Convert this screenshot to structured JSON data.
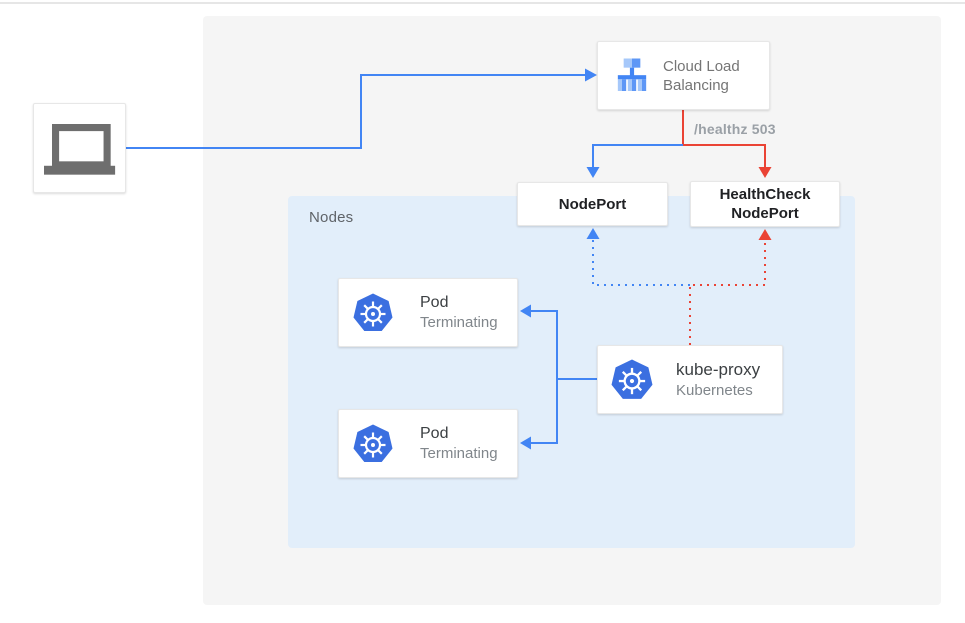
{
  "colors": {
    "blue": "#4285f4",
    "red": "#ea4335",
    "panel_bg": "#f5f5f5",
    "nodes_bg": "#e2eefa",
    "rule": "#e6e6e6",
    "border": "#e7e7e7",
    "k8s_blue": "#3b6fe0",
    "lb_icon_light": "#a6c8fa",
    "lb_icon_mid": "#5e97f6",
    "laptop_gray": "#6e6e6e",
    "text_black": "#202124",
    "text_dark": "#3c4043",
    "text_gray": "#757575",
    "text_sub": "#80868b",
    "text_subtle": "#9aa0a6",
    "text_nodes": "#5f6368"
  },
  "icons": {
    "client": "laptop-icon",
    "load_balancer": "cloud-load-balancing-icon",
    "kubernetes": "kubernetes-helm-icon"
  },
  "nodes": {
    "label": "Nodes"
  },
  "cloud_load_balancing": {
    "title": "Cloud Load Balancing"
  },
  "nodeport": {
    "label": "NodePort"
  },
  "healthcheck_nodeport": {
    "line1": "HealthCheck",
    "line2": "NodePort"
  },
  "pods": [
    {
      "title": "Pod",
      "status": "Terminating"
    },
    {
      "title": "Pod",
      "status": "Terminating"
    }
  ],
  "kube_proxy": {
    "title": "kube-proxy",
    "subtitle": "Kubernetes"
  },
  "edges": [
    {
      "from": "client-device",
      "to": "cloud-load-balancing",
      "style": "solid",
      "color": "blue"
    },
    {
      "from": "cloud-load-balancing",
      "to": "nodeport",
      "style": "solid",
      "color": "blue"
    },
    {
      "from": "cloud-load-balancing",
      "to": "healthcheck-nodeport",
      "style": "solid",
      "color": "red",
      "label": "/healthz 503"
    },
    {
      "from": "kube-proxy",
      "to": "nodeport",
      "style": "dotted",
      "color": "blue"
    },
    {
      "from": "kube-proxy",
      "to": "healthcheck-nodeport",
      "style": "dotted",
      "color": "red"
    },
    {
      "from": "kube-proxy",
      "to": "pod-1",
      "style": "solid",
      "color": "blue"
    },
    {
      "from": "kube-proxy",
      "to": "pod-2",
      "style": "solid",
      "color": "blue"
    }
  ]
}
